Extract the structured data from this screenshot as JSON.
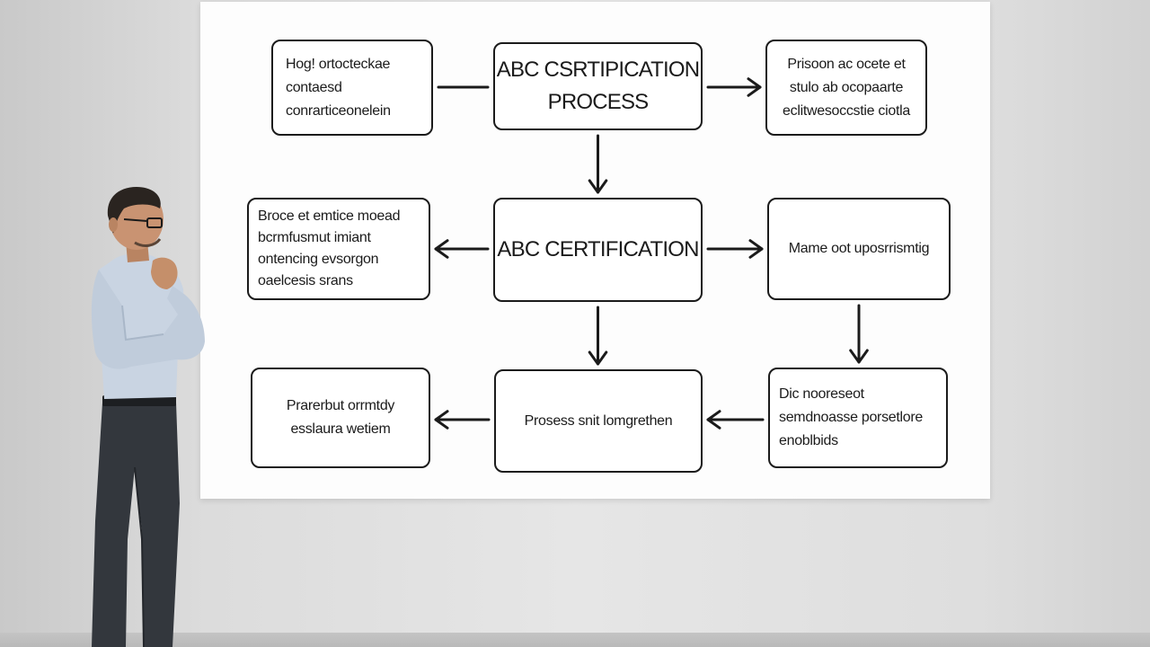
{
  "diagram": {
    "nodes": [
      {
        "id": "top-left",
        "lines": [
          "Hog! ortocteckae",
          "contaesd",
          "conrarticeonelein"
        ]
      },
      {
        "id": "top-center",
        "lines": [
          "ABC CSRTIPICATION",
          "PROCESS"
        ]
      },
      {
        "id": "top-right",
        "lines": [
          "Prisoon ac ocete et",
          "stulo ab ocopaarte",
          "eclitwesoccstie ciotla"
        ]
      },
      {
        "id": "mid-left",
        "lines": [
          "Broce et emtice moead",
          "bcrmfusmut imiant",
          "ontencing evsorgon",
          "oaelcesis srans"
        ]
      },
      {
        "id": "mid-center",
        "lines": [
          "ABC CERTIFICATION"
        ]
      },
      {
        "id": "mid-right",
        "lines": [
          "Mame oot uposrrismtig"
        ]
      },
      {
        "id": "bot-left",
        "lines": [
          "Prarerbut orrmtdy",
          "esslaura wetiem"
        ]
      },
      {
        "id": "bot-center",
        "lines": [
          "Prosess snit lomgrethen"
        ]
      },
      {
        "id": "bot-right",
        "lines": [
          "Dic nooreseot",
          "semdnoasse porsetlore",
          "enoblbids"
        ]
      }
    ],
    "edges": [
      {
        "from": "top-left",
        "to": "top-center",
        "arrowhead": false
      },
      {
        "from": "top-center",
        "to": "top-right",
        "arrowhead": true
      },
      {
        "from": "top-center",
        "to": "mid-center",
        "arrowhead": true
      },
      {
        "from": "mid-center",
        "to": "mid-left",
        "arrowhead": true
      },
      {
        "from": "mid-center",
        "to": "mid-right",
        "arrowhead": true
      },
      {
        "from": "mid-center",
        "to": "bot-center",
        "arrowhead": true
      },
      {
        "from": "mid-right",
        "to": "bot-right",
        "arrowhead": true
      },
      {
        "from": "bot-center",
        "to": "bot-left",
        "arrowhead": true
      },
      {
        "from": "bot-right",
        "to": "bot-center",
        "arrowhead": true
      }
    ]
  },
  "colors": {
    "ink": "#1b1b1b",
    "board": "#fdfdfd",
    "wall": "#e2e2e2"
  },
  "scene": {
    "subject": "man-in-dress-shirt"
  }
}
